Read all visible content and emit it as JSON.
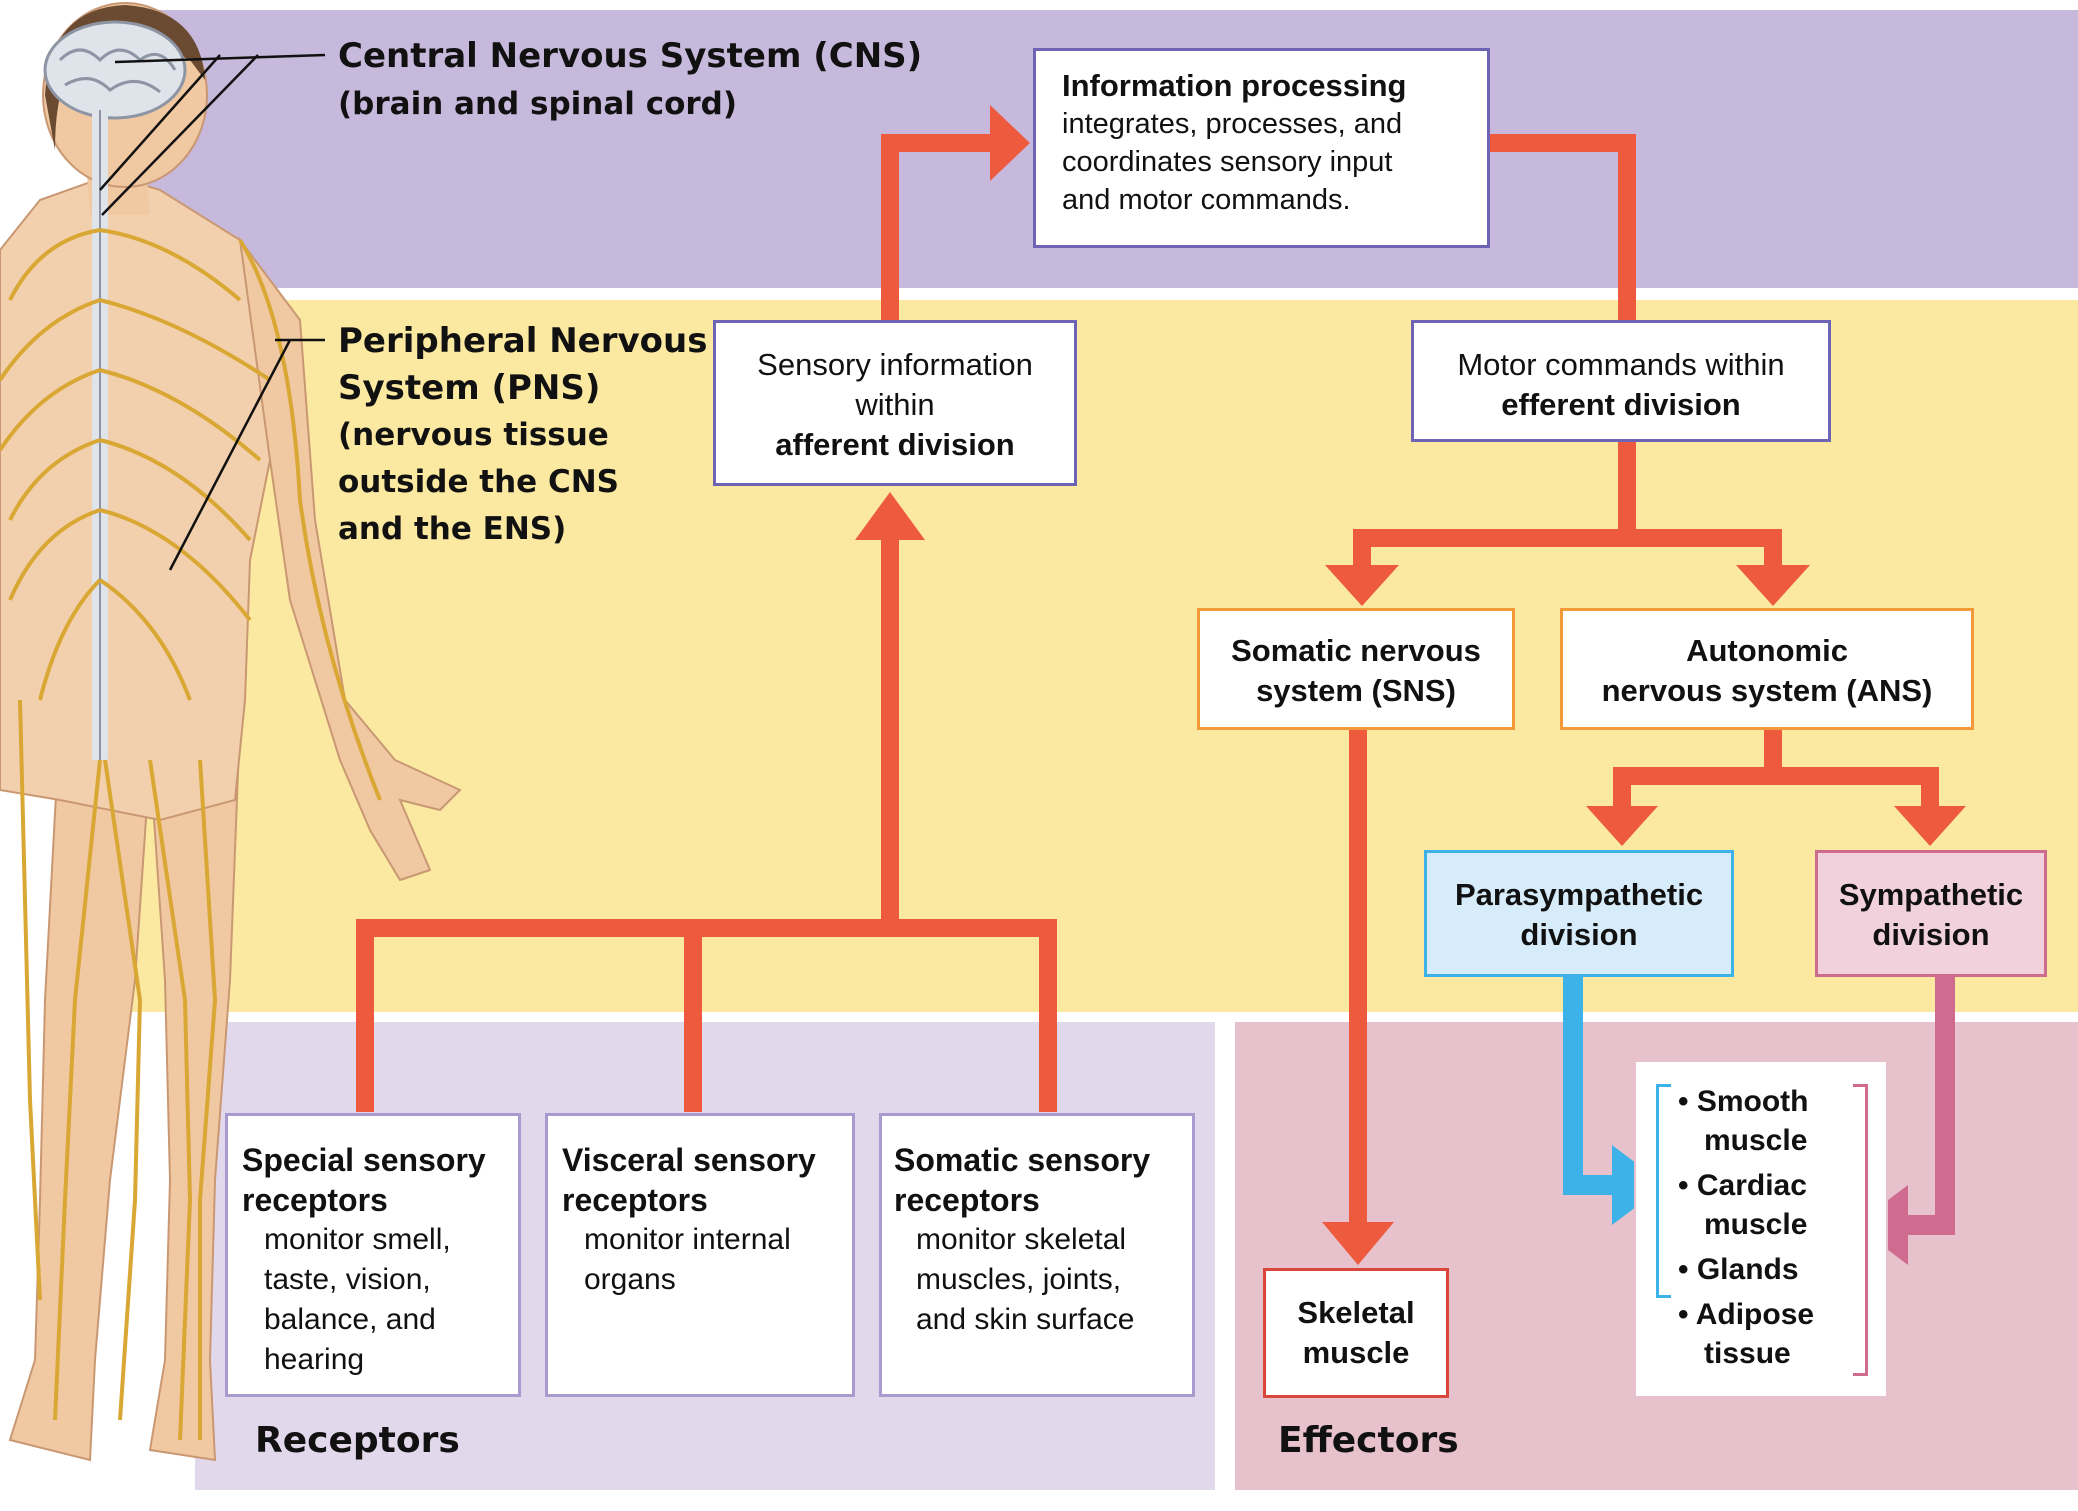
{
  "colors": {
    "cns_band": "#c7b9dc",
    "pns_band": "#fbe9a2",
    "receptors_band": "#e2d8ec",
    "effectors_band": "#e7c2cc",
    "arrow": "#ee5a3e",
    "parasympathetic_arrow": "#3cb2e8",
    "sympathetic_arrow": "#cf6b8e",
    "parasympathetic_fill": "#d6ecfa",
    "sympathetic_fill": "#f1d2dc",
    "box_border": "#6e64b4",
    "ans_border": "#f2993a"
  },
  "cns": {
    "title": "Central Nervous System (CNS)",
    "subtitle": "(brain and spinal cord)"
  },
  "pns": {
    "title_line1": "Peripheral Nervous",
    "title_line2": "System (PNS)",
    "desc_line1": "(nervous tissue",
    "desc_line2": "outside the CNS",
    "desc_line3": "and the ENS)"
  },
  "info_processing": {
    "title": "Information processing",
    "line1": "integrates, processes, and",
    "line2": "coordinates sensory input",
    "line3": "and motor commands."
  },
  "afferent": {
    "line1": "Sensory information",
    "line2": "within",
    "line3": "afferent division"
  },
  "efferent": {
    "line1": "Motor commands within",
    "line2": "efferent division"
  },
  "sns": {
    "line1": "Somatic nervous",
    "line2": "system (SNS)"
  },
  "ans": {
    "line1": "Autonomic",
    "line2": "nervous system (ANS)"
  },
  "parasympathetic": {
    "line1": "Parasympathetic",
    "line2": "division"
  },
  "sympathetic": {
    "line1": "Sympathetic",
    "line2": "division"
  },
  "receptors": {
    "label": "Receptors",
    "special": {
      "title1": "Special sensory",
      "title2": "receptors",
      "d1": "monitor smell,",
      "d2": "taste, vision,",
      "d3": "balance, and",
      "d4": "hearing"
    },
    "visceral": {
      "title1": "Visceral sensory",
      "title2": "receptors",
      "d1": "monitor internal",
      "d2": "organs"
    },
    "somatic": {
      "title1": "Somatic sensory",
      "title2": "receptors",
      "d1": "monitor skeletal",
      "d2": "muscles, joints,",
      "d3": "and skin surface"
    }
  },
  "effectors": {
    "label": "Effectors",
    "skeletal_line1": "Skeletal",
    "skeletal_line2": "muscle",
    "targets": {
      "smooth1": "Smooth",
      "smooth2": "muscle",
      "cardiac1": "Cardiac",
      "cardiac2": "muscle",
      "glands": "Glands",
      "adipose1": "Adipose",
      "adipose2": "tissue"
    }
  }
}
